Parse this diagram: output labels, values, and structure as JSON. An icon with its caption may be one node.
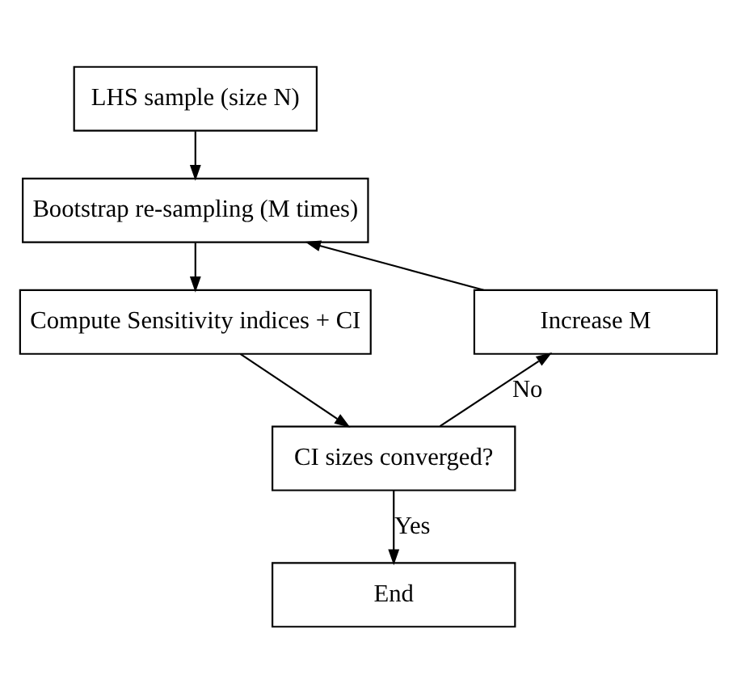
{
  "diagram": {
    "nodes": [
      {
        "text": [
          "LHS sample (size N)"
        ]
      },
      {
        "text": [
          "Bootstrap re-sampling (M times)"
        ]
      },
      {
        "text": [
          "Compute Sensitivity indices + CI"
        ]
      },
      {
        "text": [
          "CI sizes converged?"
        ]
      },
      {
        "text": [
          "Increase M"
        ]
      },
      {
        "text": [
          "End"
        ]
      }
    ],
    "edges": [
      {
        "from": 0,
        "to": 1,
        "arrow": "to"
      },
      {
        "from": 1,
        "to": 2,
        "arrow": "to"
      },
      {
        "from": 2,
        "to": 3,
        "arrow": "to"
      },
      {
        "from": 3,
        "to": 4,
        "arrow": "to",
        "label": "No"
      },
      {
        "from": 4,
        "to": 1,
        "arrow": "to"
      },
      {
        "from": 3,
        "to": 5,
        "arrow": "to",
        "label": "Yes"
      }
    ]
  }
}
